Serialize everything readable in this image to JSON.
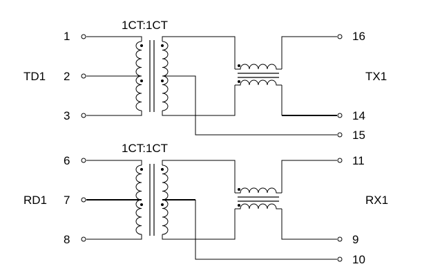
{
  "top": {
    "ratio": "1CT:1CT",
    "left_group": "TD1",
    "right_group": "TX1",
    "pins": {
      "p1": "1",
      "p2": "2",
      "p3": "3",
      "p16": "16",
      "p14": "14",
      "p15": "15"
    }
  },
  "bottom": {
    "ratio": "1CT:1CT",
    "left_group": "RD1",
    "right_group": "RX1",
    "pins": {
      "p6": "6",
      "p7": "7",
      "p8": "8",
      "p11": "11",
      "p9": "9",
      "p10": "10"
    }
  }
}
